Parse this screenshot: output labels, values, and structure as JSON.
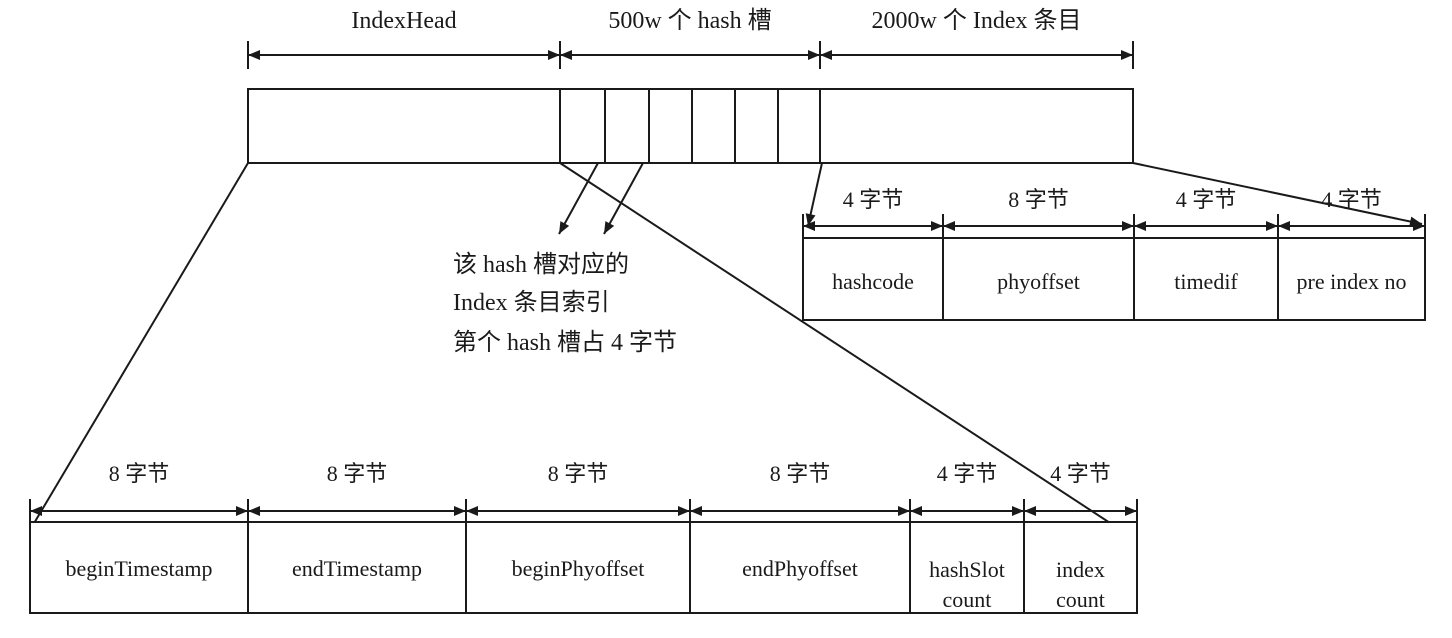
{
  "top": {
    "sections": [
      {
        "title": "IndexHead"
      },
      {
        "title": "500w 个 hash 槽"
      },
      {
        "title": "2000w 个 Index 条目"
      }
    ]
  },
  "annotation": {
    "lines": [
      "该 hash 槽对应的",
      "Index 条目索引",
      "第个 hash 槽占 4 字节"
    ]
  },
  "index_entry": {
    "fields": [
      {
        "size": "4 字节",
        "name": "hashcode"
      },
      {
        "size": "8 字节",
        "name": "phyoffset"
      },
      {
        "size": "4 字节",
        "name": "timedif"
      },
      {
        "size": "4 字节",
        "name": "pre index no"
      }
    ]
  },
  "index_head": {
    "fields": [
      {
        "size": "8 字节",
        "name": [
          "beginTimestamp"
        ]
      },
      {
        "size": "8 字节",
        "name": [
          "endTimestamp"
        ]
      },
      {
        "size": "8 字节",
        "name": [
          "beginPhyoffset"
        ]
      },
      {
        "size": "8 字节",
        "name": [
          "endPhyoffset"
        ]
      },
      {
        "size": "4 字节",
        "name": [
          "hashSlot",
          "count"
        ]
      },
      {
        "size": "4 字节",
        "name": [
          "index",
          "count"
        ]
      }
    ]
  }
}
